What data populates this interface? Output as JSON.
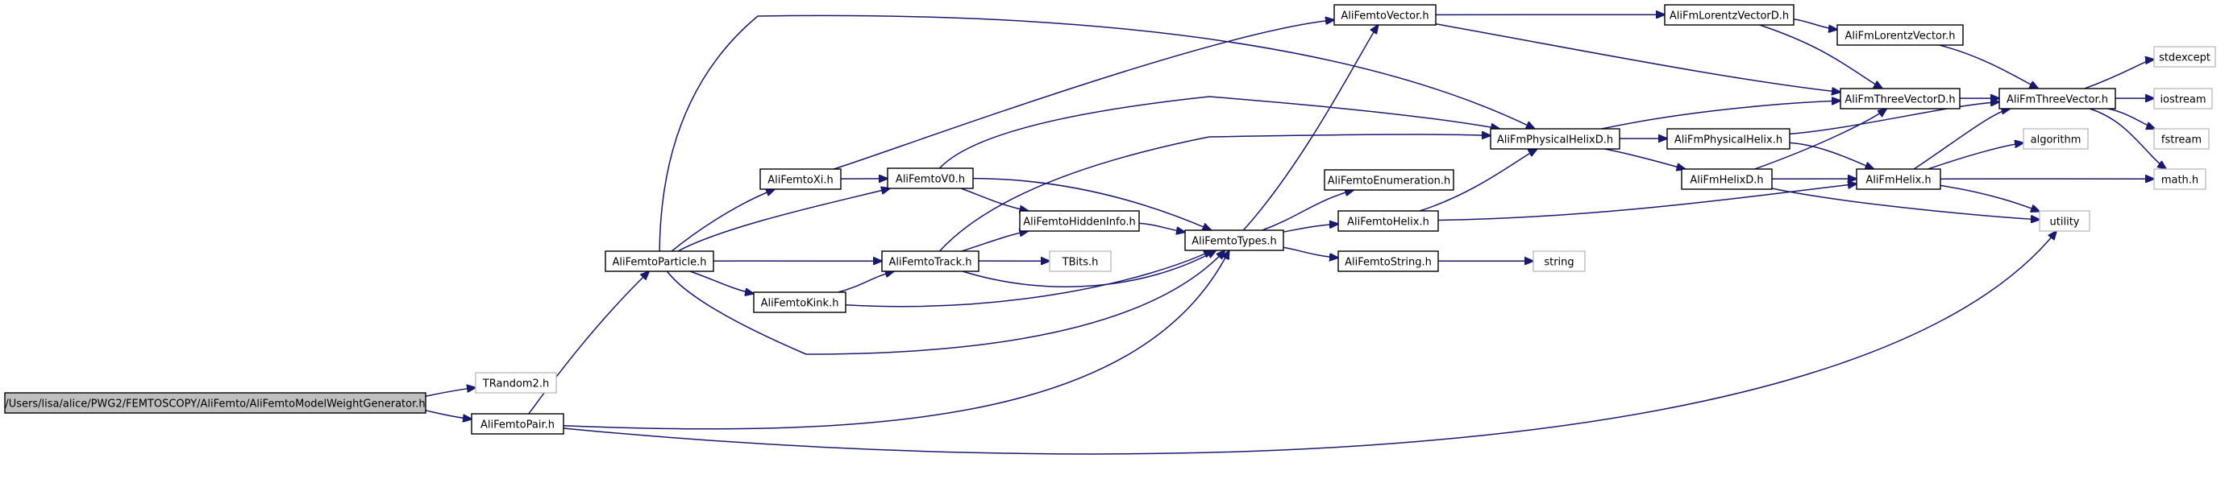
{
  "graph": {
    "edge_color": "#191970",
    "source_fill": "#bfbfbf",
    "external_border": "#bfbfbf",
    "nodes": [
      {
        "id": "model",
        "label": "/Users/lisa/alice/PWG2/FEMTOSCOPY/AliFemto/AliFemtoModelWeightGenerator.h",
        "kind": "source"
      },
      {
        "id": "trandom2",
        "label": "TRandom2.h",
        "kind": "external"
      },
      {
        "id": "pair",
        "label": "AliFemtoPair.h",
        "kind": "header"
      },
      {
        "id": "particle",
        "label": "AliFemtoParticle.h",
        "kind": "header"
      },
      {
        "id": "xi",
        "label": "AliFemtoXi.h",
        "kind": "header"
      },
      {
        "id": "v0",
        "label": "AliFemtoV0.h",
        "kind": "header"
      },
      {
        "id": "track",
        "label": "AliFemtoTrack.h",
        "kind": "header"
      },
      {
        "id": "kink",
        "label": "AliFemtoKink.h",
        "kind": "header"
      },
      {
        "id": "hidden",
        "label": "AliFemtoHiddenInfo.h",
        "kind": "header"
      },
      {
        "id": "tbits",
        "label": "TBits.h",
        "kind": "external"
      },
      {
        "id": "types",
        "label": "AliFemtoTypes.h",
        "kind": "header"
      },
      {
        "id": "vector",
        "label": "AliFemtoVector.h",
        "kind": "header"
      },
      {
        "id": "enumer",
        "label": "AliFemtoEnumeration.h",
        "kind": "header"
      },
      {
        "id": "fhelix",
        "label": "AliFemtoHelix.h",
        "kind": "header"
      },
      {
        "id": "fstring",
        "label": "AliFemtoString.h",
        "kind": "header"
      },
      {
        "id": "string",
        "label": "string",
        "kind": "external"
      },
      {
        "id": "physhelixd",
        "label": "AliFmPhysicalHelixD.h",
        "kind": "header"
      },
      {
        "id": "physhelix",
        "label": "AliFmPhysicalHelix.h",
        "kind": "header"
      },
      {
        "id": "helixd",
        "label": "AliFmHelixD.h",
        "kind": "header"
      },
      {
        "id": "helix",
        "label": "AliFmHelix.h",
        "kind": "header"
      },
      {
        "id": "lorentzd",
        "label": "AliFmLorentzVectorD.h",
        "kind": "header"
      },
      {
        "id": "lorentz",
        "label": "AliFmLorentzVector.h",
        "kind": "header"
      },
      {
        "id": "three_d",
        "label": "AliFmThreeVectorD.h",
        "kind": "header"
      },
      {
        "id": "three",
        "label": "AliFmThreeVector.h",
        "kind": "header"
      },
      {
        "id": "stdexcept",
        "label": "stdexcept",
        "kind": "external"
      },
      {
        "id": "iostream",
        "label": "iostream",
        "kind": "external"
      },
      {
        "id": "fstream",
        "label": "fstream",
        "kind": "external"
      },
      {
        "id": "algorithm",
        "label": "algorithm",
        "kind": "external"
      },
      {
        "id": "math",
        "label": "math.h",
        "kind": "external"
      },
      {
        "id": "utility",
        "label": "utility",
        "kind": "external"
      }
    ]
  }
}
